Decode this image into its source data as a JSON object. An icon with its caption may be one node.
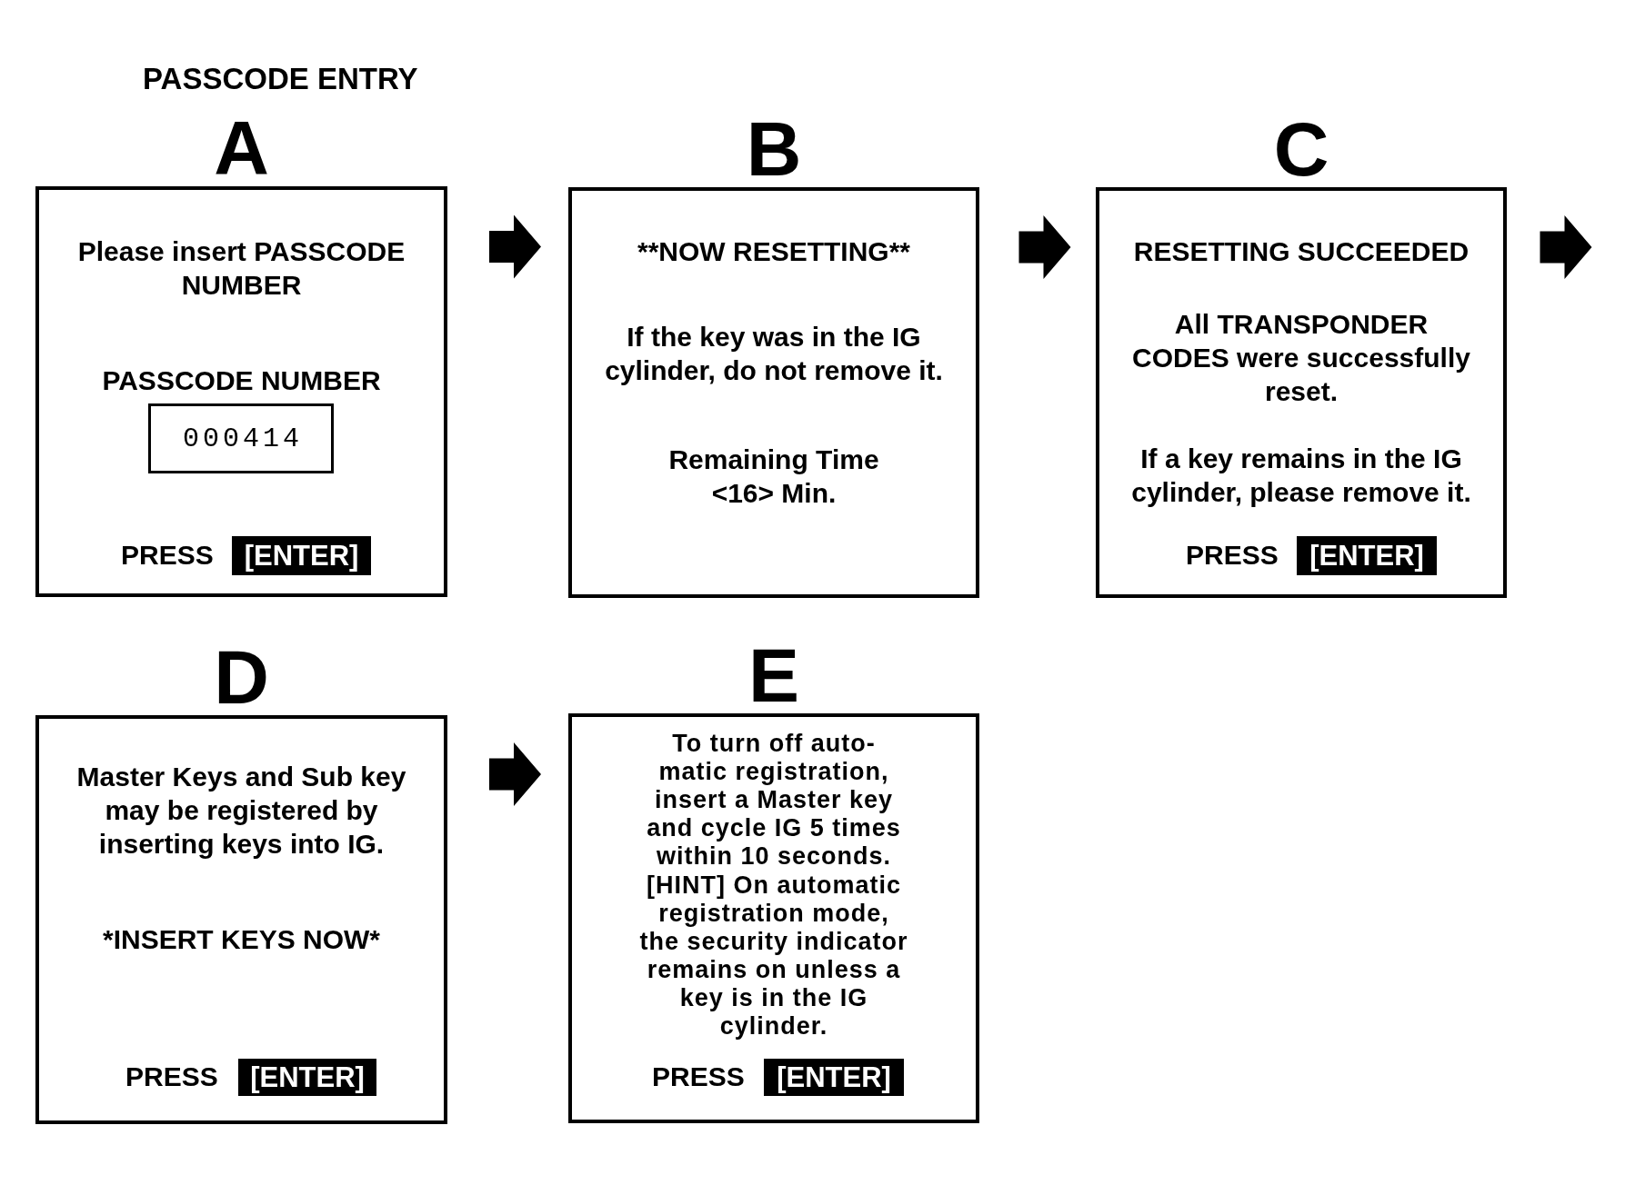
{
  "diagram": {
    "title": "PASSCODE ENTRY",
    "nodes": [
      {
        "text": [
          "A",
          "Please insert PASSCODE NUMBER",
          "PASSCODE NUMBER",
          "PRESS"
        ]
      },
      {
        "text": [
          "000414"
        ],
        "in": 0
      },
      {
        "text": [
          "[ENTER]"
        ],
        "in": 0
      },
      {
        "text": [
          "B",
          "**NOW RESETTING**",
          "If the key was in the IG cylinder, do not remove it.",
          "Remaining Time <16> Min."
        ]
      },
      {
        "text": [
          "C",
          "RESETTING SUCCEEDED",
          "All TRANSPONDER CODES were successfully reset.",
          "If a key remains in the IG cylinder, please remove it.",
          "PRESS"
        ]
      },
      {
        "text": [
          "[ENTER]"
        ],
        "in": 4
      },
      {
        "text": [
          "D",
          "Master Keys and Sub key may be registered by inserting keys into IG.",
          "*INSERT KEYS NOW*",
          "PRESS"
        ]
      },
      {
        "text": [
          "[ENTER]"
        ],
        "in": 6
      },
      {
        "text": [
          "E",
          "To turn off auto- matic registration, insert a Master key and cycle IG 5 times within 10 seconds.",
          "[HINT] On automatic registration mode, the security indicator remains on unless a key is in the IG cylinder.",
          "PRESS"
        ]
      },
      {
        "text": [
          "[ENTER]"
        ],
        "in": 8
      }
    ],
    "edges": [
      {
        "from": 0,
        "to": 3,
        "arrow": "to"
      },
      {
        "from": 3,
        "to": 4,
        "arrow": "to"
      },
      {
        "from": 4,
        "to": null,
        "arrow": "to"
      },
      {
        "from": 6,
        "to": 8,
        "arrow": "to"
      }
    ]
  }
}
